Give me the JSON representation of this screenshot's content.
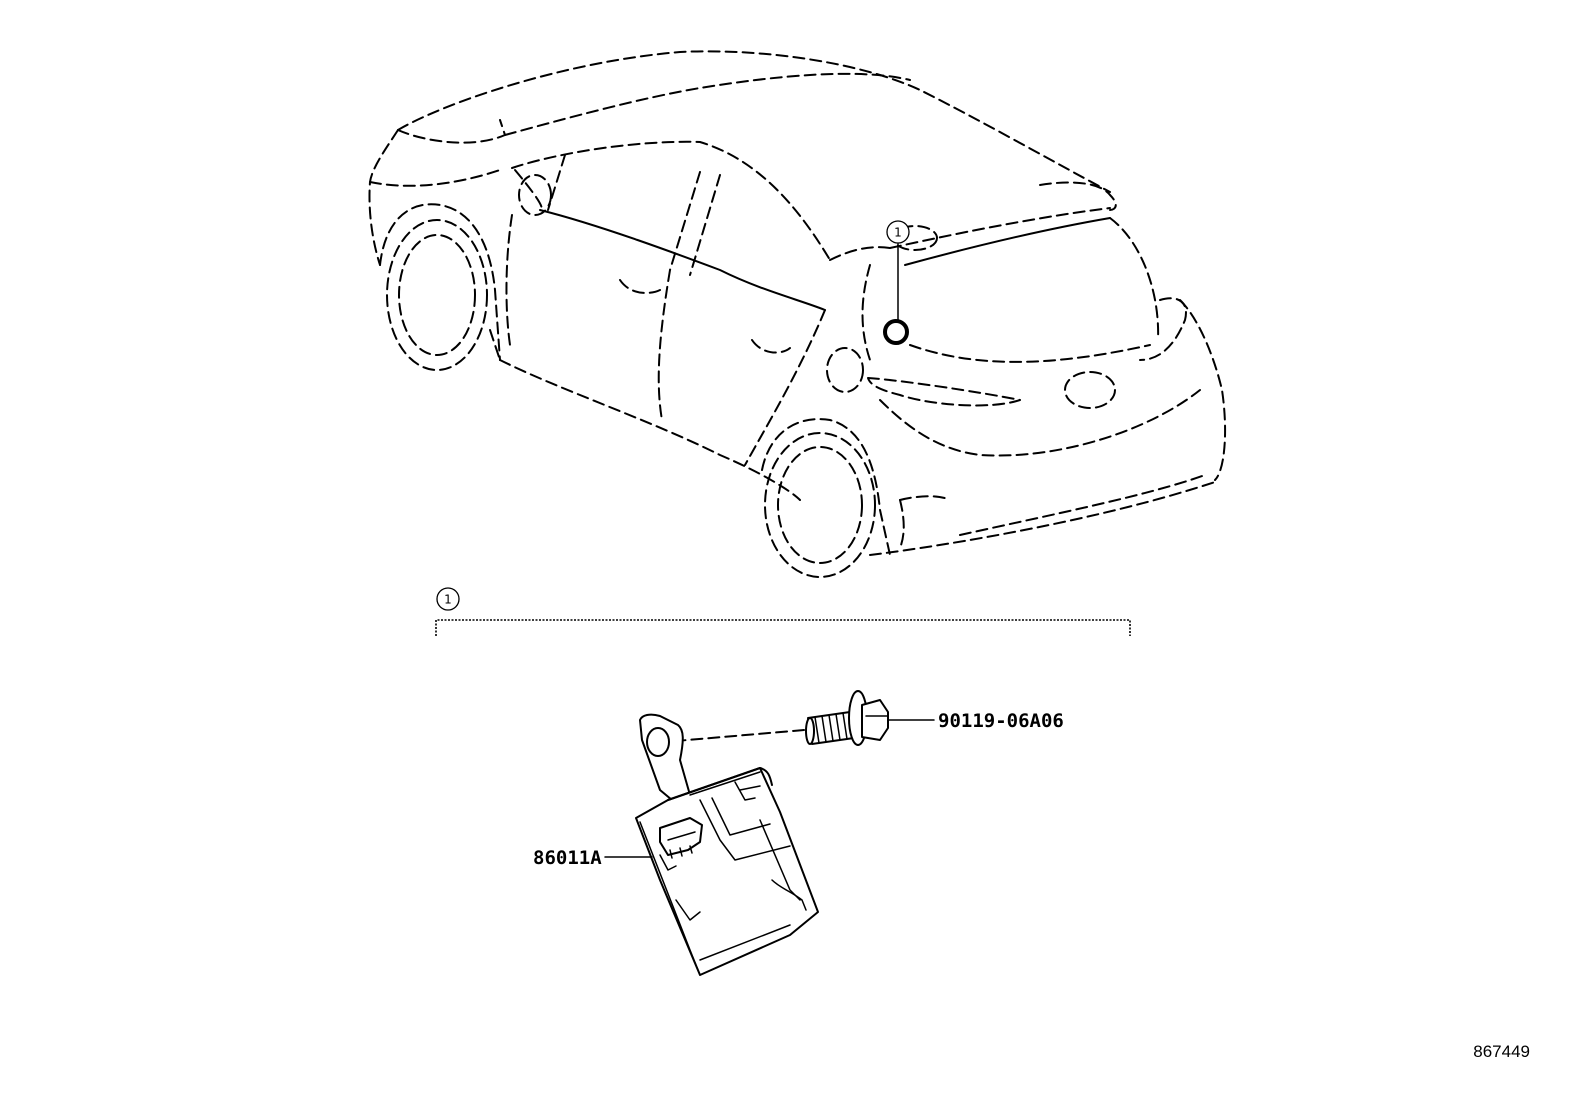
{
  "callouts": [
    {
      "id": "callout-1-car",
      "number": "1"
    },
    {
      "id": "callout-1-group",
      "number": "1"
    }
  ],
  "parts": [
    {
      "id": "part-bolt",
      "number": "90119-06A06"
    },
    {
      "id": "part-module",
      "number": "86011A"
    }
  ],
  "illustration_id": "867449"
}
